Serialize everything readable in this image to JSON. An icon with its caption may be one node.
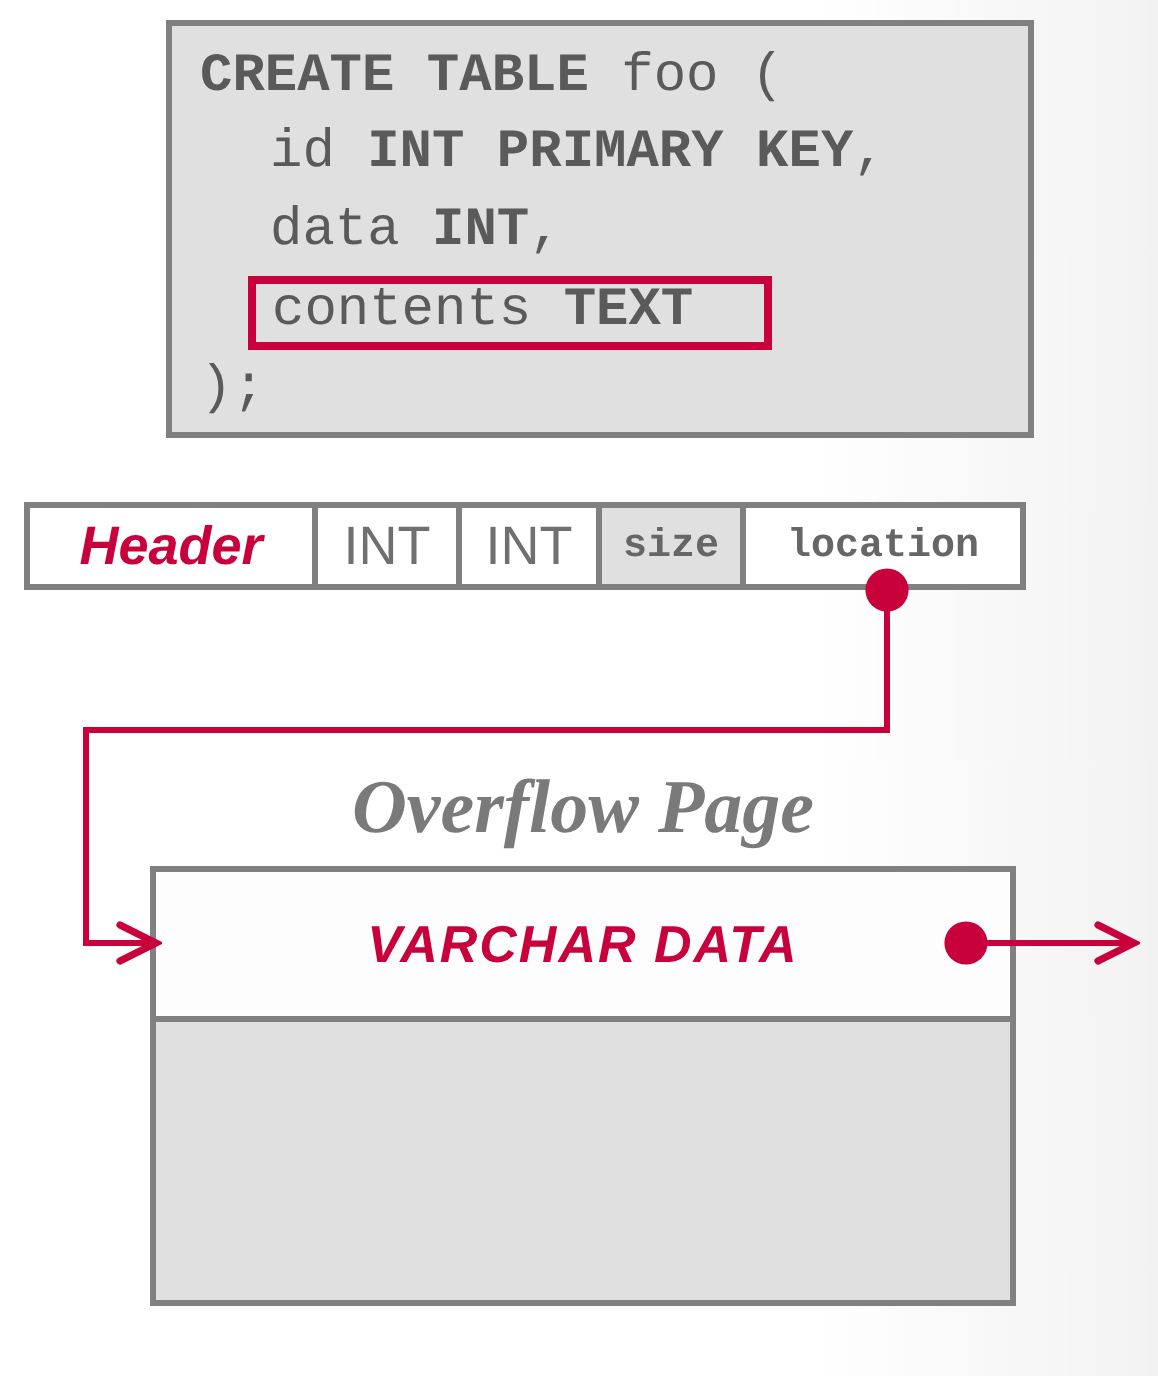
{
  "diagram": {
    "nodes": [
      {
        "text": [
          "**CREATE TABLE** foo (",
          "id **INT PRIMARY KEY**,",
          "data **INT**,",
          ");"
        ]
      },
      {
        "text": [
          "contents **TEXT**"
        ],
        "in": 0
      },
      {
        "text": [
          "Header"
        ]
      },
      {
        "text": [
          "INT"
        ]
      },
      {
        "text": [
          "INT"
        ]
      },
      {
        "text": [
          "size"
        ]
      },
      {
        "text": [
          "location"
        ]
      },
      {
        "text": [
          "Overflow Page"
        ]
      },
      {
        "text": [
          "VARCHAR DATA"
        ],
        "in": 7
      },
      {
        "text": [],
        "shape": "box",
        "in": 7
      }
    ],
    "edges": [
      {
        "from": 6,
        "to": 8,
        "arrow": "to"
      },
      {
        "from": 8,
        "to": null,
        "arrow": "to"
      }
    ]
  }
}
